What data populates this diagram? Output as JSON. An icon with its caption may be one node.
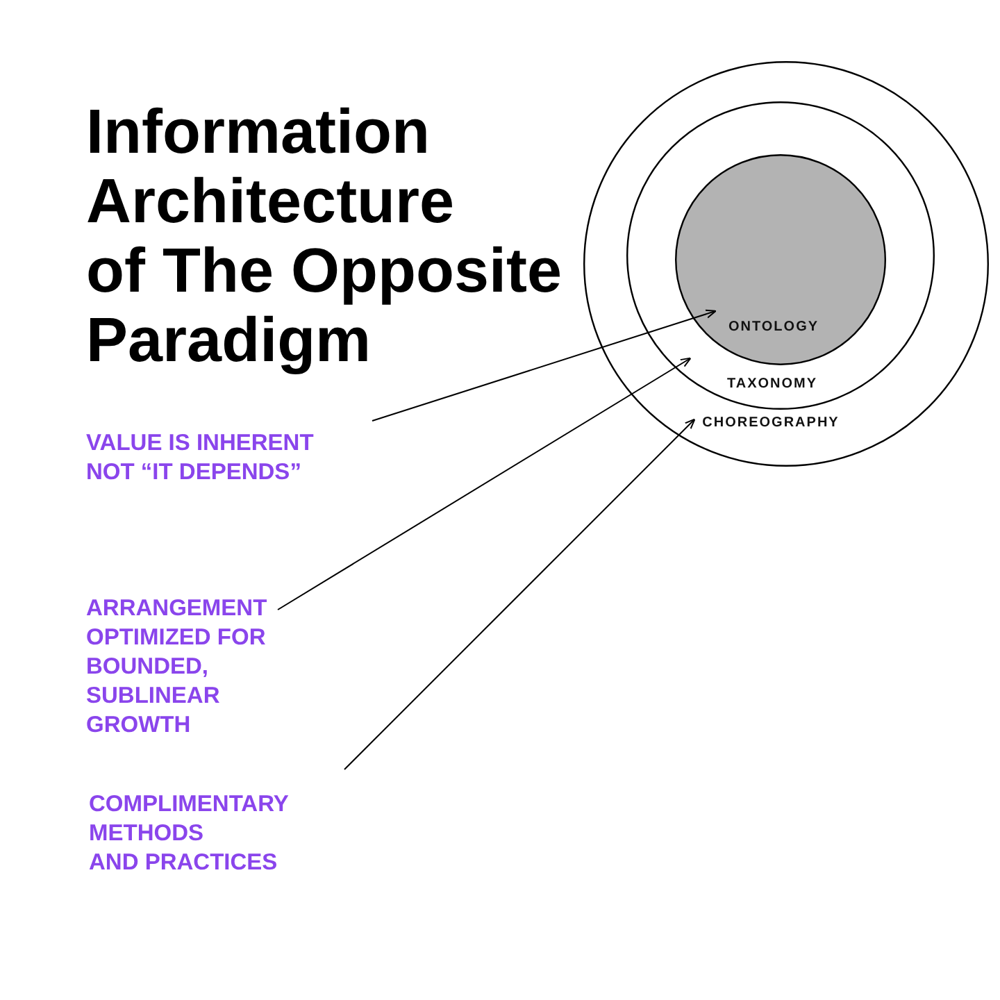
{
  "diagram": {
    "title": "Information Architecture of The Opposite Paradigm",
    "nodes": [
      {
        "text": [
          "CHOREOGRAPHY"
        ]
      },
      {
        "text": [
          "TAXONOMY"
        ],
        "in": 0
      },
      {
        "text": [
          "ONTOLOGY"
        ],
        "in": 1
      },
      {
        "text": [
          "VALUE IS INHERENT NOT “IT DEPENDS”"
        ]
      },
      {
        "text": [
          "ARRANGEMENT OPTIMIZED FOR BOUNDED, SUBLINEAR GROWTH"
        ]
      },
      {
        "text": [
          "COMPLIMENTARY METHODS AND PRACTICES"
        ]
      }
    ],
    "edges": [
      {
        "from": 3,
        "to": 2,
        "arrow": "to"
      },
      {
        "from": 4,
        "to": 1,
        "arrow": "to"
      },
      {
        "from": 5,
        "to": 0,
        "arrow": "to"
      }
    ]
  }
}
